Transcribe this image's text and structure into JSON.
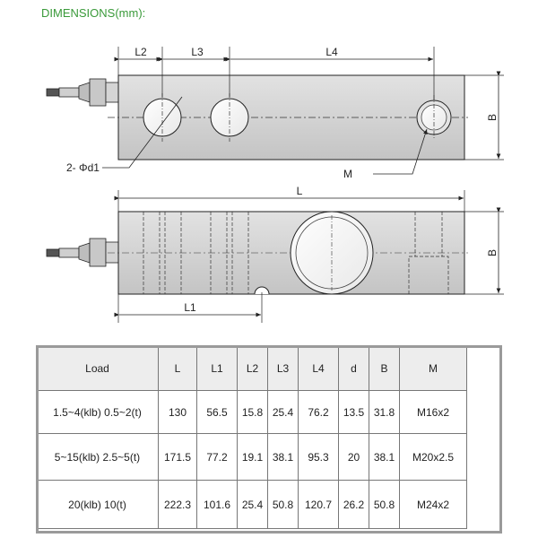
{
  "title": "DIMENSIONS(mm):",
  "labels": {
    "L2": "L2",
    "L3": "L3",
    "L4": "L4",
    "B_top": "B",
    "d1": "2- Φd1",
    "M": "M",
    "L": "L",
    "B_side": "B",
    "L1": "L1"
  },
  "table": {
    "headers": [
      "Load",
      "L",
      "L1",
      "L2",
      "L3",
      "L4",
      "d",
      "B",
      "M"
    ],
    "rows": [
      [
        "1.5~4(klb) 0.5~2(t)",
        "130",
        "56.5",
        "15.8",
        "25.4",
        "76.2",
        "13.5",
        "31.8",
        "M16x2"
      ],
      [
        "5~15(klb) 2.5~5(t)",
        "171.5",
        "77.2",
        "19.1",
        "38.1",
        "95.3",
        "20",
        "38.1",
        "M20x2.5"
      ],
      [
        "20(klb) 10(t)",
        "222.3",
        "101.6",
        "25.4",
        "50.8",
        "120.7",
        "26.2",
        "50.8",
        "M24x2"
      ]
    ]
  }
}
